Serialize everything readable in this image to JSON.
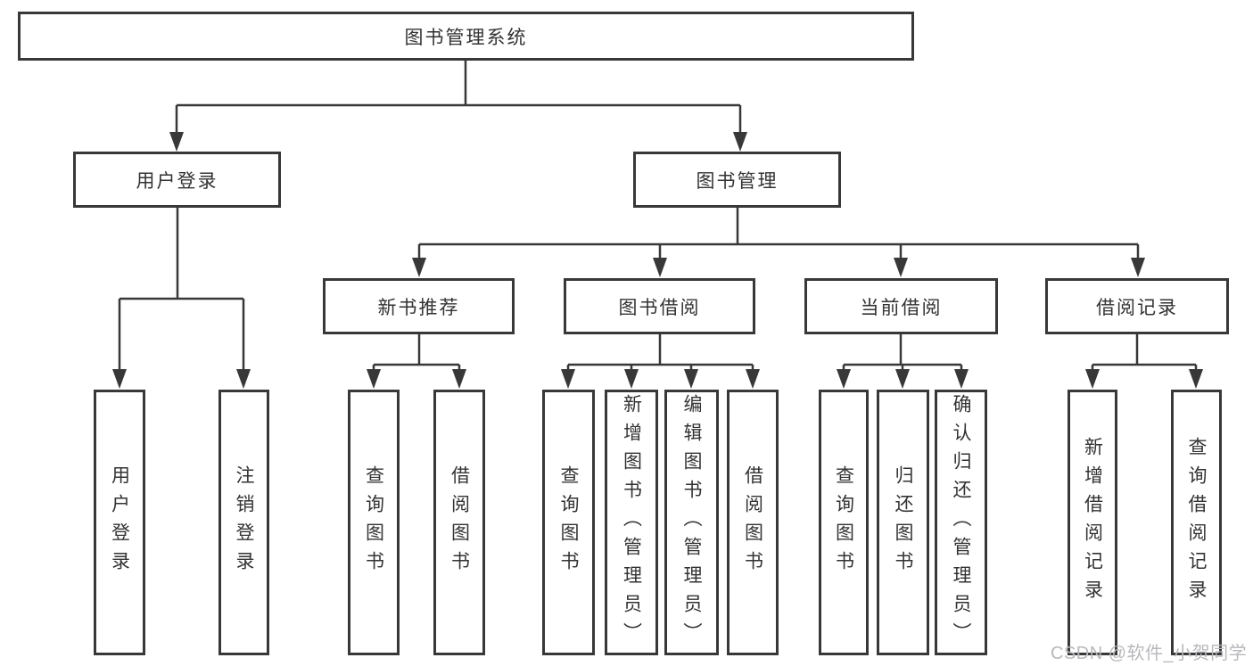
{
  "diagram": {
    "root": {
      "label": "图书管理系统"
    },
    "level2": {
      "user_login": {
        "label": "用户登录"
      },
      "book_mgmt": {
        "label": "图书管理"
      }
    },
    "level3": {
      "new_book_rec": {
        "label": "新书推荐"
      },
      "book_borrow": {
        "label": "图书借阅"
      },
      "current_borrow": {
        "label": "当前借阅"
      },
      "borrow_records": {
        "label": "借阅记录"
      }
    },
    "leaves": {
      "ul_user_login": {
        "label": "用户登录"
      },
      "ul_logout": {
        "label": "注销登录"
      },
      "nbr_query_book": {
        "label": "查询图书"
      },
      "nbr_borrow_book": {
        "label": "借阅图书"
      },
      "bb_query_book": {
        "label": "查询图书"
      },
      "bb_add_book": {
        "label": "新增图书（管理员）"
      },
      "bb_edit_book": {
        "label": "编辑图书（管理员）"
      },
      "bb_borrow_book": {
        "label": "借阅图书"
      },
      "cb_query_book": {
        "label": "查询图书"
      },
      "cb_return_book": {
        "label": "归还图书"
      },
      "cb_confirm_return": {
        "label": "确认归还（管理员）"
      },
      "br_add_record": {
        "label": "新增借阅记录"
      },
      "br_query_record": {
        "label": "查询借阅记录"
      }
    }
  },
  "watermark": {
    "text": "CSDN @软件_小贺同学"
  },
  "colors": {
    "line": "#383838",
    "text": "#333333",
    "watermark": "#b9b9bd",
    "background": "#ffffff"
  }
}
